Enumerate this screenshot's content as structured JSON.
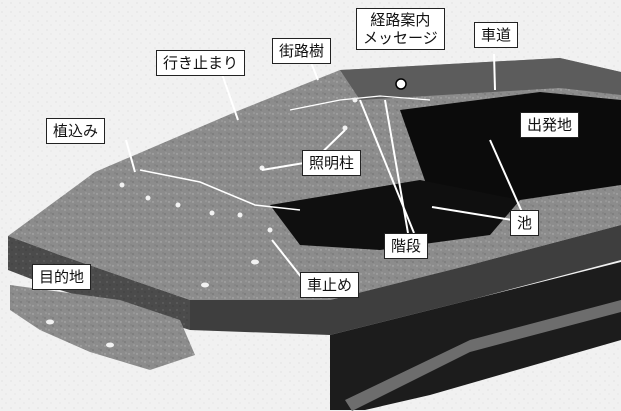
{
  "labels": {
    "destination": "目的地",
    "planting": "植込み",
    "dead_end": "行き止まり",
    "street_trees": "街路樹",
    "guidance_message": [
      "経路案内",
      "メッセージ"
    ],
    "roadway": "車道",
    "departure": "出発地",
    "lighting_pole": "照明柱",
    "pond": "池",
    "stairs": "階段",
    "bollard": "車止め"
  },
  "colors": {
    "ground": "#8a8a8a",
    "wall": "#4a4a4a",
    "pond": "#0c0c0c",
    "label_bg": "#ffffff",
    "line": "#ffffff"
  }
}
